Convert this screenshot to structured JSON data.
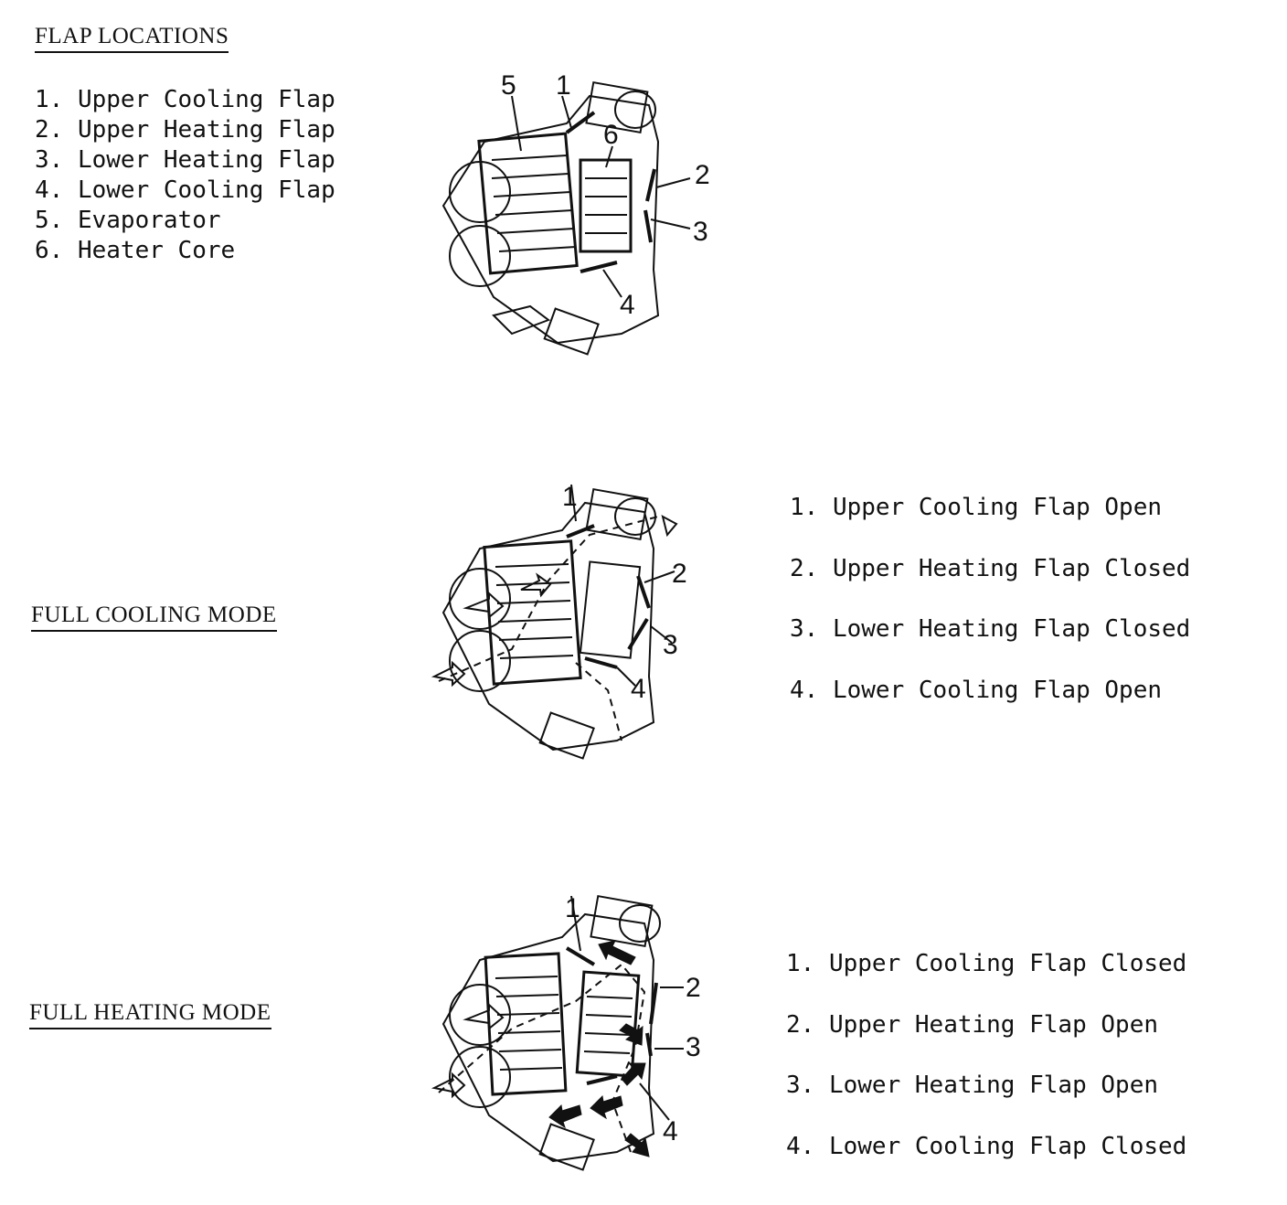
{
  "flap_locations": {
    "heading": "FLAP LOCATIONS",
    "items": [
      {
        "num": "1.",
        "label": "Upper Cooling Flap"
      },
      {
        "num": "2.",
        "label": "Upper Heating Flap"
      },
      {
        "num": "3.",
        "label": "Lower Heating Flap"
      },
      {
        "num": "4.",
        "label": "Lower Cooling Flap"
      },
      {
        "num": "5.",
        "label": "Evaporator"
      },
      {
        "num": "6.",
        "label": "Heater Core"
      }
    ],
    "callouts": [
      "1",
      "2",
      "3",
      "4",
      "5",
      "6"
    ]
  },
  "full_cooling_mode": {
    "heading": "FULL COOLING MODE",
    "callouts": [
      "1",
      "2",
      "3",
      "4"
    ],
    "status": [
      {
        "num": "1.",
        "text": "Upper Cooling Flap Open"
      },
      {
        "num": "2.",
        "text": "Upper Heating Flap Closed"
      },
      {
        "num": "3.",
        "text": "Lower Heating Flap Closed"
      },
      {
        "num": "4.",
        "text": "Lower Cooling Flap Open"
      }
    ]
  },
  "full_heating_mode": {
    "heading": "FULL HEATING MODE",
    "callouts": [
      "1",
      "2",
      "3",
      "4"
    ],
    "status": [
      {
        "num": "1.",
        "text": "Upper Cooling Flap Closed"
      },
      {
        "num": "2.",
        "text": "Upper Heating Flap Open"
      },
      {
        "num": "3.",
        "text": "Lower Heating Flap Open"
      },
      {
        "num": "4.",
        "text": "Lower Cooling Flap Closed"
      }
    ]
  }
}
